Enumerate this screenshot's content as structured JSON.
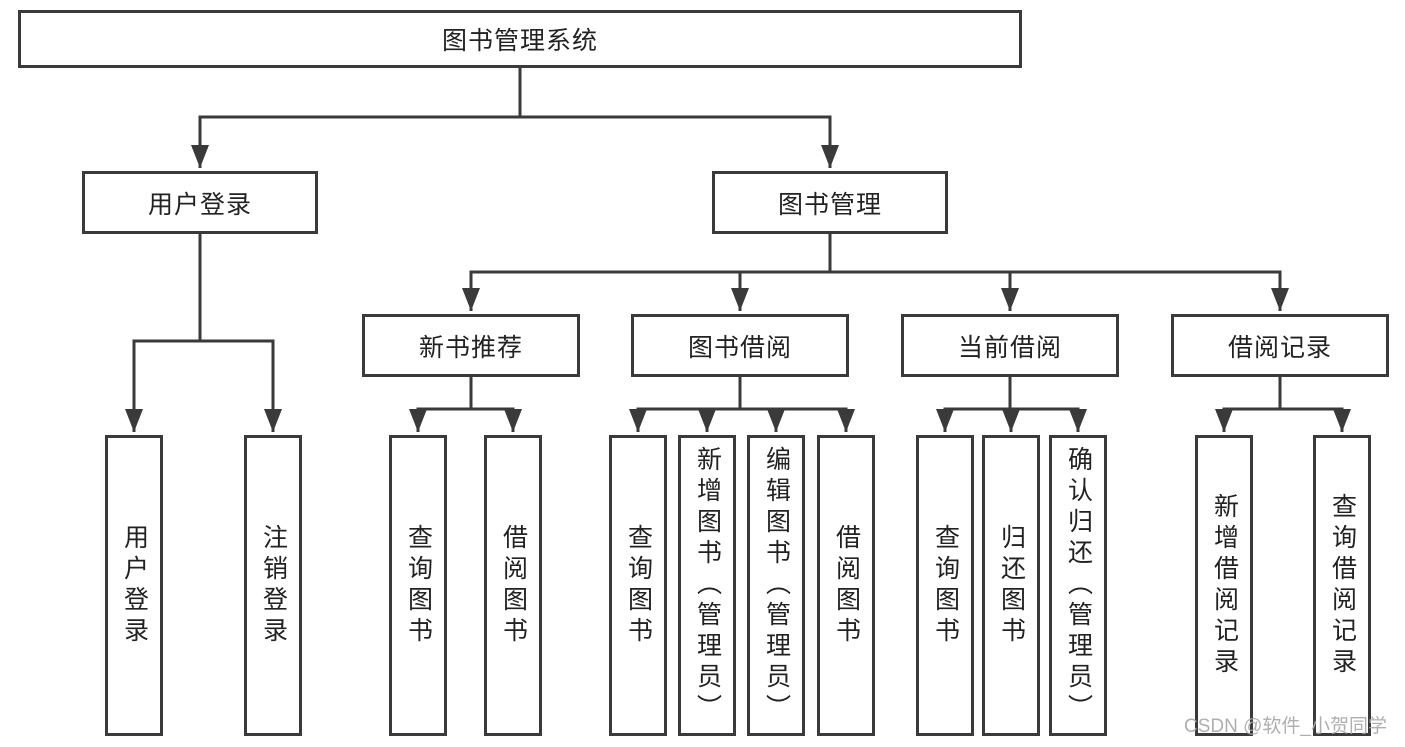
{
  "page": {
    "background": "#ffffff"
  },
  "colors": {
    "line": "#3a3a3a",
    "text": "#222222",
    "box_fill": "#ffffff",
    "watermark": "#a8a8a8"
  },
  "diagram": {
    "type": "tree",
    "root": {
      "label": "图书管理系统"
    },
    "branches": [
      {
        "label": "用户登录",
        "children": [
          "用户登录",
          "注销登录"
        ]
      },
      {
        "label": "图书管理",
        "groups": [
          {
            "label": "新书推荐",
            "children": [
              "查询图书",
              "借阅图书"
            ]
          },
          {
            "label": "图书借阅",
            "children": [
              "查询图书",
              "新增图书（管理员）",
              "编辑图书（管理员）",
              "借阅图书"
            ]
          },
          {
            "label": "当前借阅",
            "children": [
              "查询图书",
              "归还图书",
              "确认归还（管理员）"
            ]
          },
          {
            "label": "借阅记录",
            "children": [
              "新增借阅记录",
              "查询借阅记录"
            ]
          }
        ]
      }
    ]
  },
  "watermark": {
    "text": "CSDN @软件_小贺同学"
  }
}
